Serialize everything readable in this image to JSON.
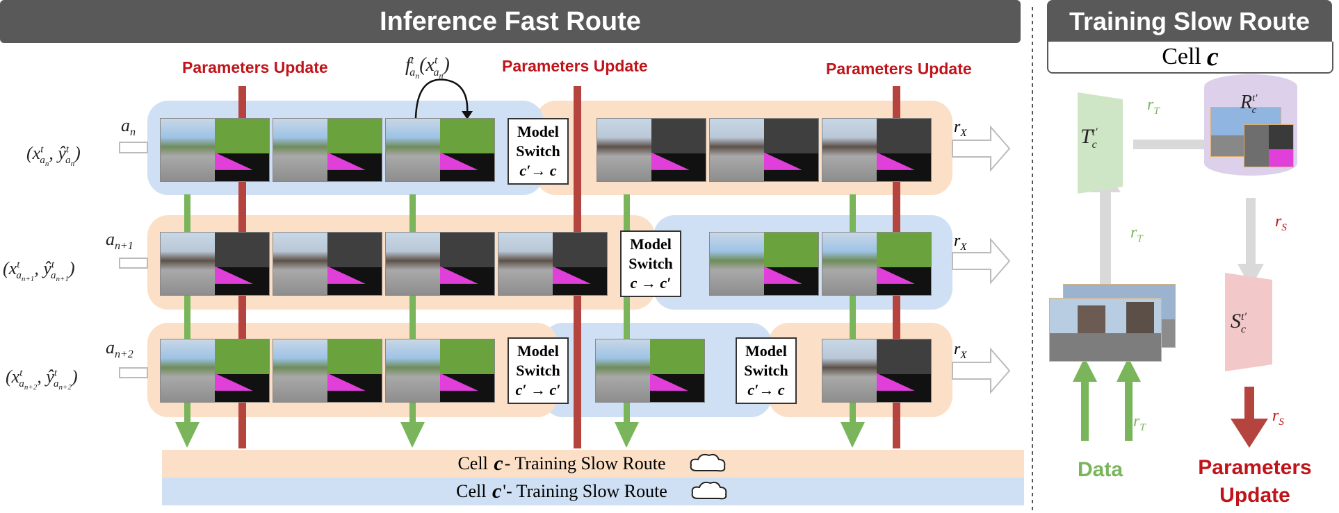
{
  "left_header": "Inference Fast Route",
  "right_header": "Training Slow Route",
  "right_cell_label": "Cell",
  "right_cell_symbol": "c",
  "params_update": [
    "Parameters Update",
    "Parameters Update",
    "Parameters Update"
  ],
  "f_label": "f",
  "f_label_sup": "t",
  "f_label_sub": "a",
  "f_label_subsub": "n",
  "f_label_arg": "(x",
  "rows": [
    {
      "agent": "a",
      "agent_sub": "n",
      "pair": "(x",
      "pair_sub": "a",
      "pair_subsub": "n",
      "pair_mid": ", ŷ",
      "pair_end": ")",
      "sup": "t",
      "rx": "r"
    },
    {
      "agent": "a",
      "agent_sub": "n+1",
      "pair": "(x",
      "pair_sub": "a",
      "pair_subsub": "n+1",
      "pair_mid": ", ŷ",
      "pair_end": ")",
      "sup": "t",
      "rx": "r"
    },
    {
      "agent": "a",
      "agent_sub": "n+2",
      "pair": "(x",
      "pair_sub": "a",
      "pair_subsub": "n+2",
      "pair_mid": ", ŷ",
      "pair_end": ")",
      "sup": "t",
      "rx": "r"
    }
  ],
  "rx_sub": "X",
  "switches": [
    {
      "l1": "Model",
      "l2": "Switch",
      "l3": "c′→ c"
    },
    {
      "l1": "Model",
      "l2": "Switch",
      "l3": "c → c′"
    },
    {
      "l1": "Model",
      "l2": "Switch",
      "l3": "c′ → c′"
    },
    {
      "l1": "Model",
      "l2": "Switch",
      "l3": "c′→ c"
    }
  ],
  "slow_routes": [
    {
      "pre": "Cell",
      "sym": "c",
      "post": "- Training Slow Route"
    },
    {
      "pre": "Cell",
      "sym": "c",
      "post": "'- Training Slow Route"
    }
  ],
  "right_panel": {
    "teacher": "T",
    "teacher_sub": "c",
    "teacher_sup": "t′",
    "replay": "R",
    "replay_sub": "c",
    "replay_sup": "t′",
    "student": "S",
    "student_sub": "c",
    "student_sup": "t′",
    "r_T": "r",
    "r_T_sub": "T",
    "r_S": "r",
    "r_S_sub": "S",
    "data_label": "Data",
    "params_update_l1": "Parameters",
    "params_update_l2": "Update"
  },
  "colors": {
    "blue_bg": "#cfe0f5",
    "orange_bg": "#fbdfc6",
    "green": "#7ab55c",
    "red": "#c0141b",
    "header": "#595959",
    "teacher": "#cfe6c6",
    "student": "#f3c8c8",
    "replay": "#ddd0ea"
  }
}
